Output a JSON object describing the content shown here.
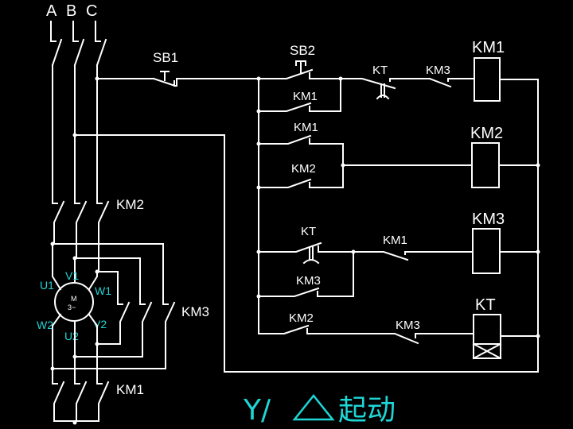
{
  "phases": [
    "A",
    "B",
    "C"
  ],
  "main_circuit": {
    "km2_label": "KM2",
    "km3_label": "KM3",
    "km1_label": "KM1",
    "motor": {
      "symbol": "M",
      "subtitle": "3~",
      "terminals": {
        "U1": "U1",
        "V1": "V1",
        "W1": "W1",
        "U2": "U2",
        "V2": "V2",
        "W2": "W2"
      }
    }
  },
  "control_circuit": {
    "sb1": "SB1",
    "sb2": "SB2",
    "rung1": {
      "kt": "KT",
      "km3": "KM3",
      "coil": "KM1",
      "hold": "KM1"
    },
    "rung2": {
      "km1": "KM1",
      "km2": "KM2",
      "coil": "KM2"
    },
    "rung3": {
      "kt": "KT",
      "km1": "KM1",
      "hold": "KM3",
      "coil": "KM3"
    },
    "rung4": {
      "km2": "KM2",
      "km3": "KM3",
      "coil": "KT"
    }
  },
  "title": {
    "prefix": "Y/",
    "suffix": "起动"
  },
  "colors": {
    "wire": "#ffffff",
    "accent": "#1ed6d6",
    "background": "#000000"
  }
}
